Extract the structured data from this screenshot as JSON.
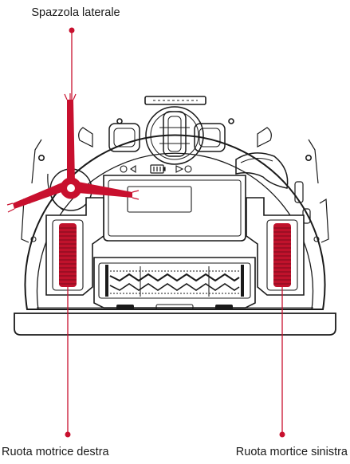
{
  "labels": {
    "side_brush": "Spazzola laterale",
    "right_drive_wheel": "Ruota motrice destra",
    "left_drive_wheel": "Ruota mortice sinistra"
  },
  "colors": {
    "callout": "#c8102e",
    "outline": "#1a1a1a",
    "brush": "#c8102e",
    "wheel": "#c0122c",
    "background": "#ffffff"
  },
  "icons": {
    "battery": "battery-icon",
    "speaker": "speaker-icon",
    "play": "play-icon"
  }
}
